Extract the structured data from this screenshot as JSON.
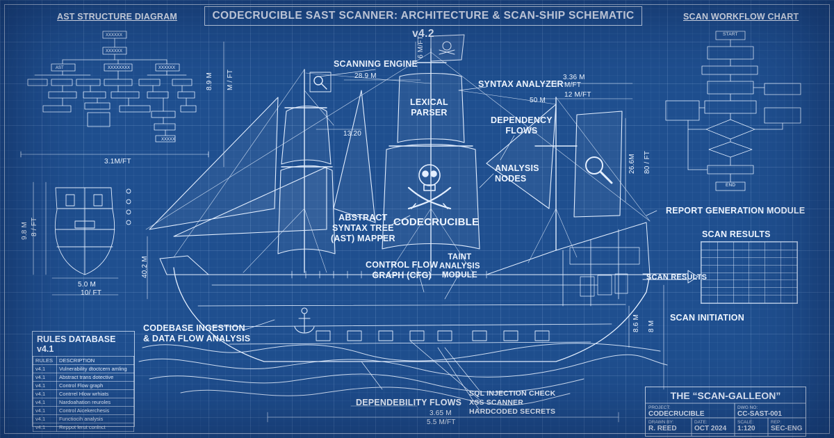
{
  "title": "CODECRUCIBLE SAST SCANNER:  ARCHITECTURE & SCAN-SHIP SCHEMATIC  v4.2",
  "panels": {
    "ast": "AST STRUCTURE DIAGRAM",
    "workflow": "SCAN WORKFLOW CHART",
    "results": "SCAN RESULTS"
  },
  "workflow_steps": {
    "start": "START",
    "end": "END"
  },
  "callouts": {
    "scanning_engine": "SCANNING ENGINE",
    "lexical_parser": "LEXICAL\nPARSER",
    "syntax_analyzer": "SYNTAX ANALYZER",
    "dependency_flows": "DEPENDENCY\nFLOWS",
    "analysis_nodes": "ANALYSIS\nNODES",
    "sail_brand": "CODECRUCIBLE",
    "ast_mapper": "ABSTRACT\nSYNTAX TREE\n(AST) MAPPER",
    "cfg": "CONTROL FLOW\nGRAPH (CFG)",
    "taint": "TAINT\nANALYSIS\nMODULE",
    "report_module": "REPORT GENERATION MODULE",
    "scan_results_arrow": "SCAN RESULTS",
    "scan_initiation": "SCAN INITIATION",
    "ingestion": "CODEBASE INGESTION\n& DATA FLOW ANALYSIS",
    "dependability": "DEPENDEBILITY FLOWS",
    "checks": [
      "SQL INJECTION CHECK",
      "XSS SCANNER",
      "HARDCODED SECRETS"
    ]
  },
  "dimensions": {
    "d_28_9": "28.9 m",
    "d_13_20": "13.20",
    "d_3_36": "3.36 m",
    "d_m_ft": "m/ft",
    "d_12": "12 m/ft",
    "d_50": "50 m",
    "d_3_1": "3.1m/ft",
    "d_5_0": "5.0 m",
    "d_10": "10/ ft",
    "d_3_65": "3.65 m",
    "d_5_5": "5.5 m/ft",
    "d_8_9": "8.9 m",
    "d_mft": "m / ft",
    "d_6m": "6 m/ft",
    "d_26": "26.6m",
    "d_80": "80 / ft",
    "d_40": "40.2 m",
    "d_9_8": "9.8 m",
    "d_8ft": "8 / ft",
    "d_8_m": "8 m",
    "d_8_6": "8.6 m"
  },
  "rules_db": {
    "title": "RULES DATABASE v4.1",
    "headers": [
      "RULES",
      "DESCRIPTION"
    ],
    "rows": [
      [
        "v4.1",
        "Vulnerability dtoctcern amling"
      ],
      [
        "v4.1",
        "Abstract trans dotective"
      ],
      [
        "v4.1",
        "Control Flow graph"
      ],
      [
        "v4.1",
        "Contrrel Hlow wrhiats"
      ],
      [
        "v4.1",
        "Nardoahation reuroles"
      ],
      [
        "v4.1",
        "Control Aicekerchesis"
      ],
      [
        "v4.1",
        "Functiocih analysis"
      ],
      [
        "v4.1",
        "Reppot lerut conlnct"
      ]
    ]
  },
  "title_block": {
    "name": "THE “SCAN-GALLEON”",
    "project_label": "PROJECT:",
    "project": "CODECRUCIBLE",
    "dwg_label": "DWG NO:",
    "dwg": "CC-SAST-001",
    "drawn_label": "DRAWN BY:",
    "drawn": "R. REED",
    "date_label": "DATE:",
    "date": "OCT 2024",
    "scale_label": "SCALE:",
    "scale": "1:120",
    "rep_label": "REP:",
    "rep": "SEC-ENG"
  },
  "colors": {
    "paper": "#1f4f8f",
    "ink": "#e8f1ff"
  }
}
